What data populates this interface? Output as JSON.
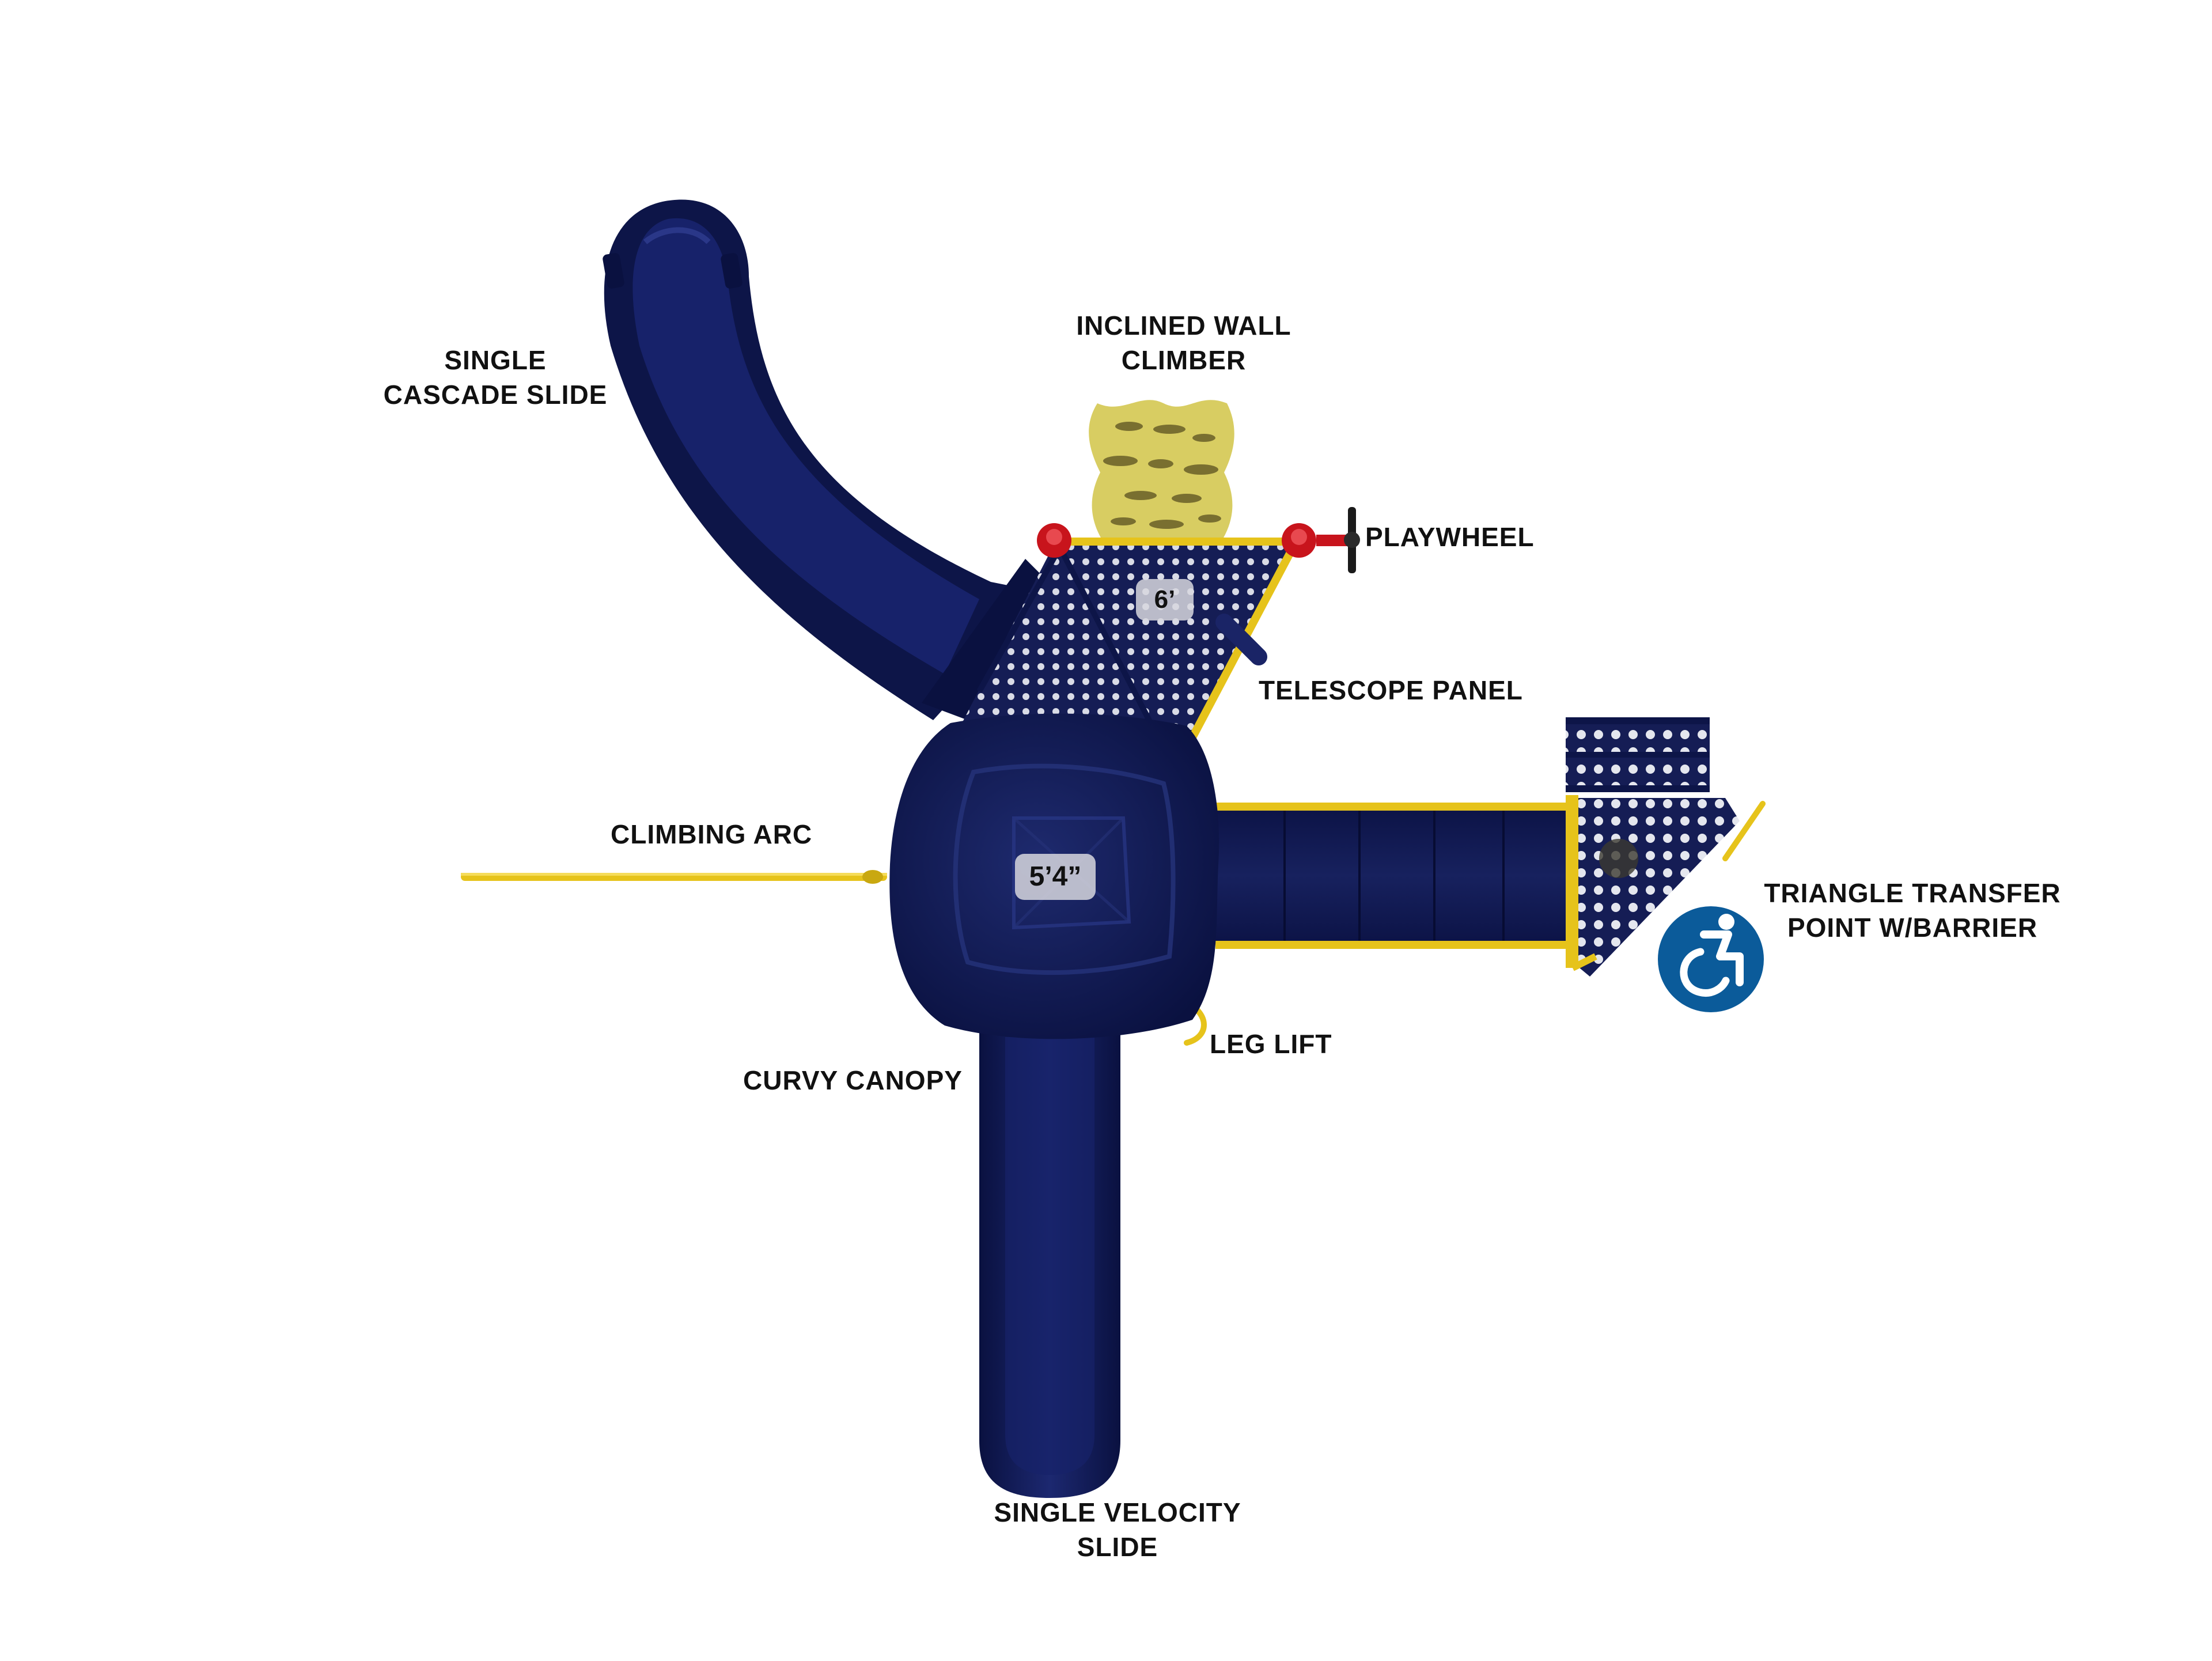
{
  "labels": {
    "cascade_slide": [
      "SINGLE",
      "CASCADE SLIDE"
    ],
    "wall_climber": [
      "INCLINED WALL",
      "CLIMBER"
    ],
    "playwheel": "PLAYWHEEL",
    "telescope_panel": "TELESCOPE PANEL",
    "climbing_arc": "CLIMBING ARC",
    "triangle_transfer": [
      "TRIANGLE TRANSFER",
      "POINT W/BARRIER"
    ],
    "leg_lift": "LEG LIFT",
    "curvy_canopy": "CURVY CANOPY",
    "velocity_slide": [
      "SINGLE VELOCITY",
      "SLIDE"
    ]
  },
  "deck_heights": {
    "upper_deck": "6’",
    "main_deck": "5’4”"
  },
  "icons": {
    "accessibility": "wheelchair-accessibility-icon"
  },
  "colors": {
    "navy": "#10194f",
    "yellow": "#e6c31b",
    "climber_yellow": "#d8cd62",
    "red": "#c8141c",
    "accessibility_blue": "#0b5b9a"
  }
}
